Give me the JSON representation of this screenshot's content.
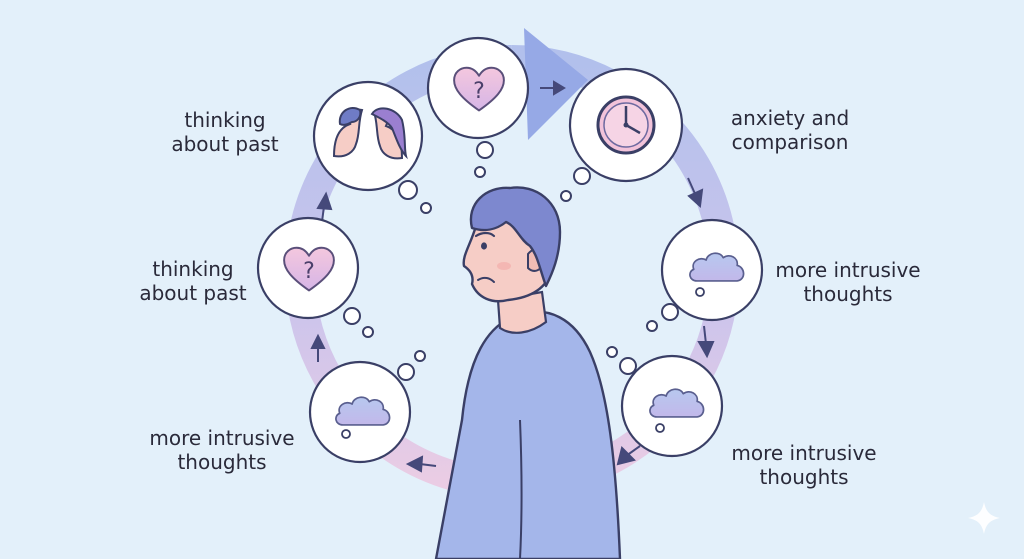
{
  "labels": {
    "top_left": [
      "thinking",
      "about past"
    ],
    "mid_left": [
      "thinking",
      "about past"
    ],
    "bottom_left": [
      "more intrusive",
      "thoughts"
    ],
    "top_right": [
      "anxiety and",
      "comparison"
    ],
    "mid_right": [
      "more intrusive",
      "thoughts"
    ],
    "bottom_right": [
      "more intrusive",
      "thoughts"
    ]
  },
  "bubbles": [
    {
      "id": "top",
      "icon": "heart-question-icon"
    },
    {
      "id": "clock",
      "icon": "clock-icon"
    },
    {
      "id": "faces",
      "icon": "two-faces-icon"
    },
    {
      "id": "heart-left",
      "icon": "heart-question-icon"
    },
    {
      "id": "cloud-left",
      "icon": "cloud-icon"
    },
    {
      "id": "cloud-right-upper",
      "icon": "cloud-icon"
    },
    {
      "id": "cloud-right-lower",
      "icon": "cloud-icon"
    }
  ],
  "heart_symbol": "?",
  "colors": {
    "background": "#e3f0fa",
    "ring_blue": "#a9b8ea",
    "ring_pink": "#ecc6e0",
    "heart": "#f1bcd8",
    "cloud": "#b5c4ec",
    "hair": "#7d88cf",
    "shirt": "#a4b6ea",
    "skin": "#f6cdc6",
    "outline": "#3a3f66"
  }
}
